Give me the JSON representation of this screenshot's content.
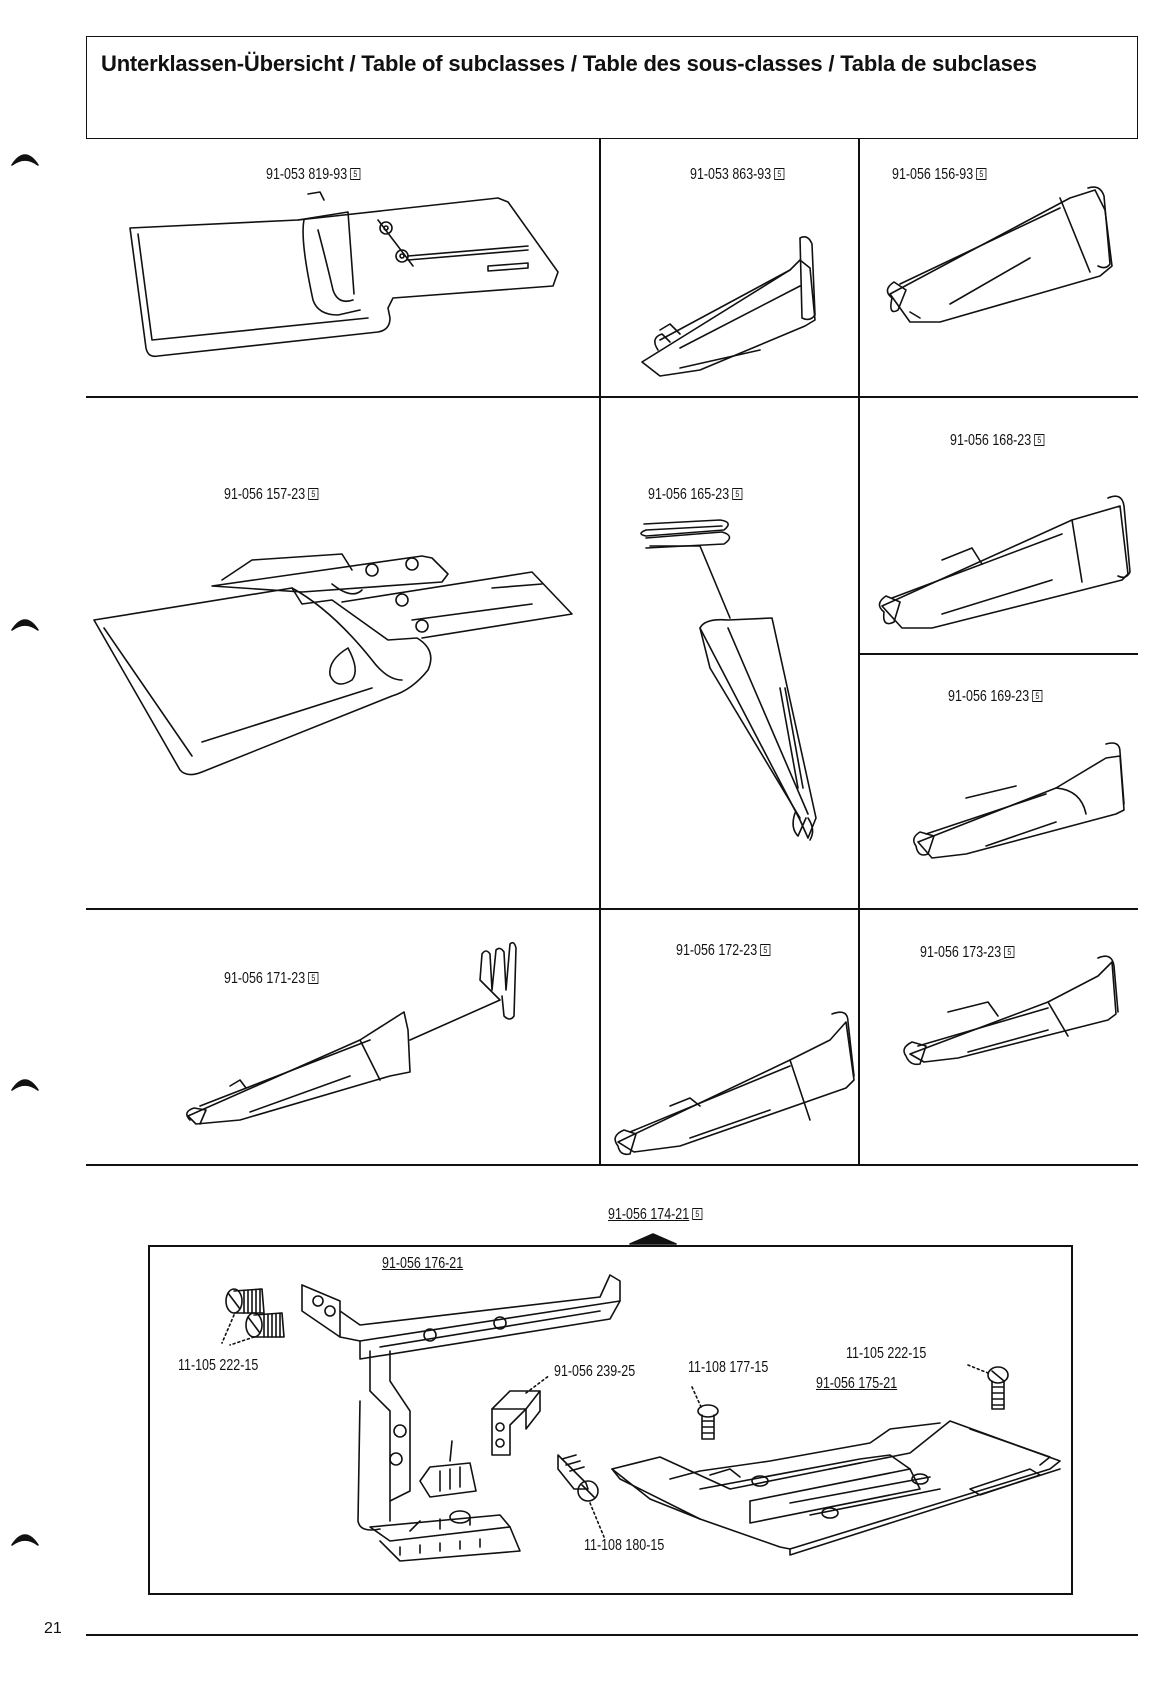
{
  "header": {
    "title": "Unterklassen-Übersicht / Table of subclasses / Table des sous-classes / Tabla de subclases"
  },
  "box_mark": "5",
  "parts": {
    "p819": "91-053 819-93",
    "p863": "91-053 863-93",
    "p156": "91-056 156-93",
    "p157": "91-056 157-23",
    "p165": "91-056 165-23",
    "p168": "91-056 168-23",
    "p169": "91-056 169-23",
    "p171": "91-056 171-23",
    "p172": "91-056 172-23",
    "p173": "91-056 173-23"
  },
  "assembly": {
    "main": "91-056 174-21",
    "bracket": "91-056 176-21",
    "screws_left": "11-105 222-15",
    "angle_piece": "91-056 239-25",
    "screw_mid": "11-108 177-15",
    "screw_right": "11-105 222-15",
    "plate": "91-056 175-21",
    "screw_bottom": "11-108 180-15"
  },
  "footer": {
    "page": "21"
  }
}
